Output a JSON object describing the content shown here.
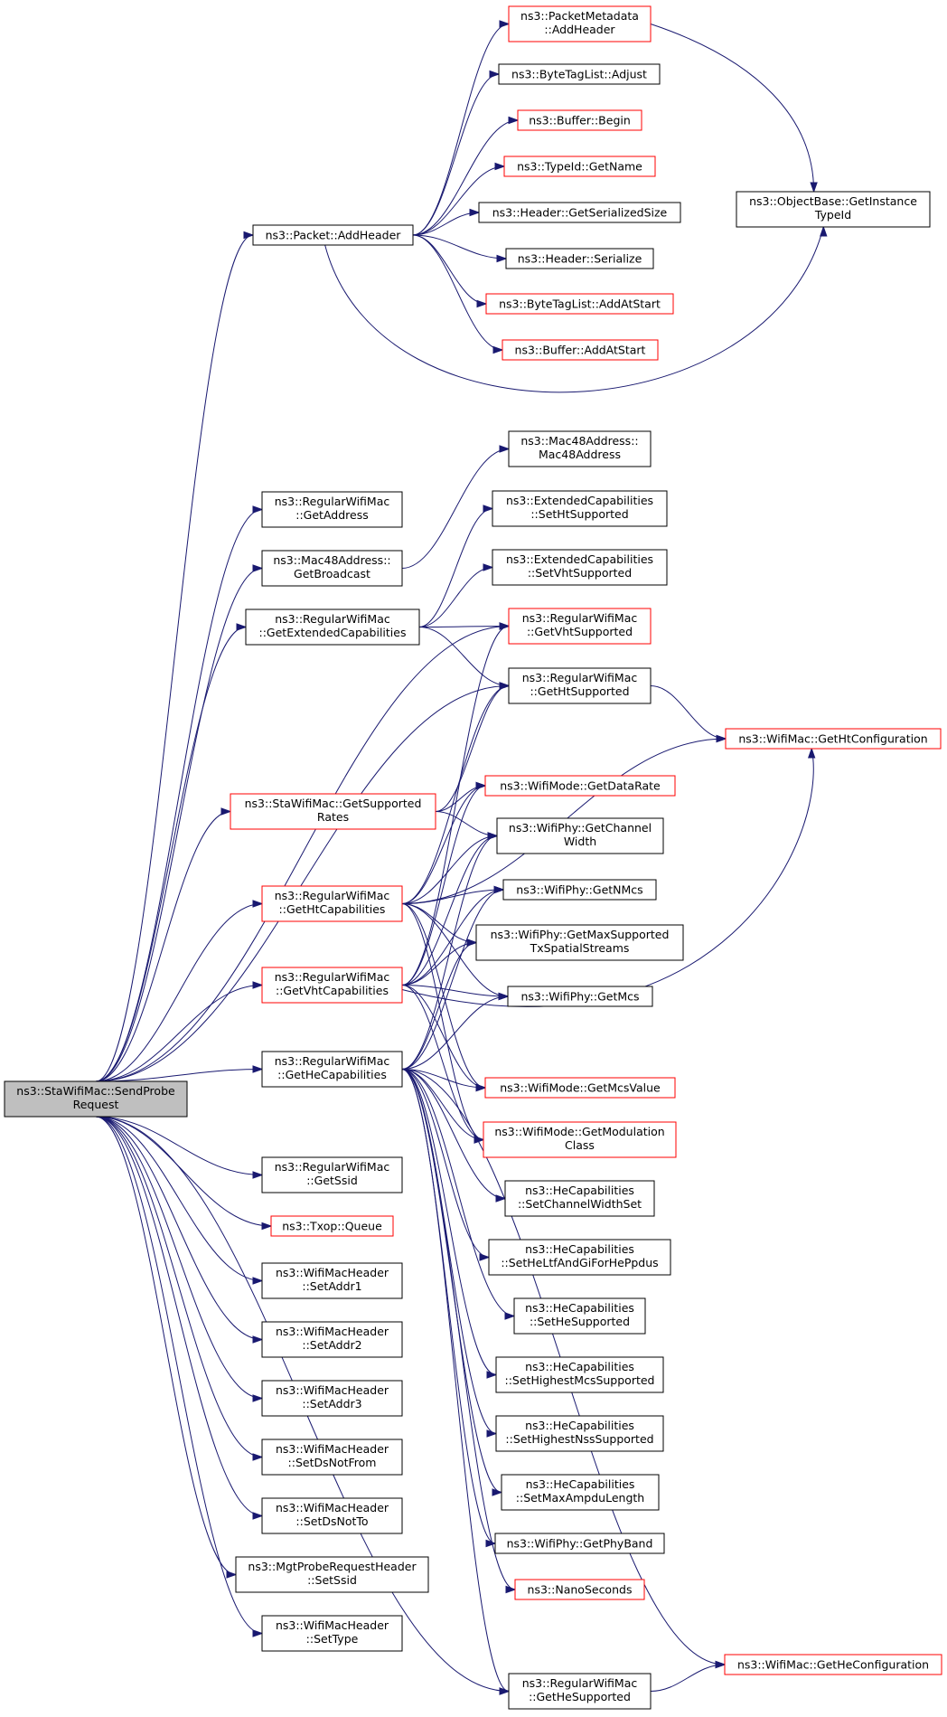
{
  "nodes": {
    "root": [
      "ns3::StaWifiMac::SendProbe",
      "Request"
    ],
    "packet_addheader": [
      "ns3::Packet::AddHeader"
    ],
    "packetmetadata_addheader": [
      "ns3::PacketMetadata",
      "::AddHeader"
    ],
    "bytetaglist_adjust": [
      "ns3::ByteTagList::Adjust"
    ],
    "buffer_begin": [
      "ns3::Buffer::Begin"
    ],
    "typeid_getname": [
      "ns3::TypeId::GetName"
    ],
    "header_getserializedsize": [
      "ns3::Header::GetSerializedSize"
    ],
    "header_serialize": [
      "ns3::Header::Serialize"
    ],
    "bytetaglist_addatstart": [
      "ns3::ByteTagList::AddAtStart"
    ],
    "buffer_addatstart": [
      "ns3::Buffer::AddAtStart"
    ],
    "objectbase_getinstancetypeid": [
      "ns3::ObjectBase::GetInstance",
      "TypeId"
    ],
    "mac48_ctor": [
      "ns3::Mac48Address::",
      "Mac48Address"
    ],
    "regularwifimac_getaddress": [
      "ns3::RegularWifiMac",
      "::GetAddress"
    ],
    "mac48_getbroadcast": [
      "ns3::Mac48Address::",
      "GetBroadcast"
    ],
    "extcap_setht": [
      "ns3::ExtendedCapabilities",
      "::SetHtSupported"
    ],
    "extcap_setvht": [
      "ns3::ExtendedCapabilities",
      "::SetVhtSupported"
    ],
    "regularwifimac_getextcap": [
      "ns3::RegularWifiMac",
      "::GetExtendedCapabilities"
    ],
    "regularwifimac_getvhtsupported": [
      "ns3::RegularWifiMac",
      "::GetVhtSupported"
    ],
    "regularwifimac_gethtsupported": [
      "ns3::RegularWifiMac",
      "::GetHtSupported"
    ],
    "wifimac_gethtconfig": [
      "ns3::WifiMac::GetHtConfiguration"
    ],
    "stawifimac_getsupportedrates": [
      "ns3::StaWifiMac::GetSupported",
      "Rates"
    ],
    "wifimode_getdatarate": [
      "ns3::WifiMode::GetDataRate"
    ],
    "wifiphy_getchannelwidth": [
      "ns3::WifiPhy::GetChannel",
      "Width"
    ],
    "regularwifimac_gethtcap": [
      "ns3::RegularWifiMac",
      "::GetHtCapabilities"
    ],
    "wifiphy_getnmcs": [
      "ns3::WifiPhy::GetNMcs"
    ],
    "wifiphy_getmaxtxss": [
      "ns3::WifiPhy::GetMaxSupported",
      "TxSpatialStreams"
    ],
    "regularwifimac_getvhtcap": [
      "ns3::RegularWifiMac",
      "::GetVhtCapabilities"
    ],
    "wifiphy_getmcs": [
      "ns3::WifiPhy::GetMcs"
    ],
    "regularwifimac_gethecap": [
      "ns3::RegularWifiMac",
      "::GetHeCapabilities"
    ],
    "wifimode_getmcsvalue": [
      "ns3::WifiMode::GetMcsValue"
    ],
    "wifimode_getmodclass": [
      "ns3::WifiMode::GetModulation",
      "Class"
    ],
    "hecap_setchannelwidthset": [
      "ns3::HeCapabilities",
      "::SetChannelWidthSet"
    ],
    "hecap_setheltfandgi": [
      "ns3::HeCapabilities",
      "::SetHeLtfAndGiForHePpdus"
    ],
    "hecap_sethesupported": [
      "ns3::HeCapabilities",
      "::SetHeSupported"
    ],
    "hecap_sethighestmcs": [
      "ns3::HeCapabilities",
      "::SetHighestMcsSupported"
    ],
    "hecap_sethighestnss": [
      "ns3::HeCapabilities",
      "::SetHighestNssSupported"
    ],
    "hecap_setmaxampdu": [
      "ns3::HeCapabilities",
      "::SetMaxAmpduLength"
    ],
    "wifiphy_getphyband": [
      "ns3::WifiPhy::GetPhyBand"
    ],
    "nanoseconds": [
      "ns3::NanoSeconds"
    ],
    "wifimac_getheconfig": [
      "ns3::WifiMac::GetHeConfiguration"
    ],
    "regularwifimac_gethesupported": [
      "ns3::RegularWifiMac",
      "::GetHeSupported"
    ],
    "regularwifimac_getssid": [
      "ns3::RegularWifiMac",
      "::GetSsid"
    ],
    "txop_queue": [
      "ns3::Txop::Queue"
    ],
    "setaddr1": [
      "ns3::WifiMacHeader",
      "::SetAddr1"
    ],
    "setaddr2": [
      "ns3::WifiMacHeader",
      "::SetAddr2"
    ],
    "setaddr3": [
      "ns3::WifiMacHeader",
      "::SetAddr3"
    ],
    "setdsnotfrom": [
      "ns3::WifiMacHeader",
      "::SetDsNotFrom"
    ],
    "setdsnotto": [
      "ns3::WifiMacHeader",
      "::SetDsNotTo"
    ],
    "mgtprobe_setssid": [
      "ns3::MgtProbeRequestHeader",
      "::SetSsid"
    ],
    "settype": [
      "ns3::WifiMacHeader",
      "::SetType"
    ]
  },
  "colors": {
    "edge": "#191970",
    "red_border": "#ff0000",
    "black_border": "#000000",
    "root_fill": "#bfbfbf"
  }
}
